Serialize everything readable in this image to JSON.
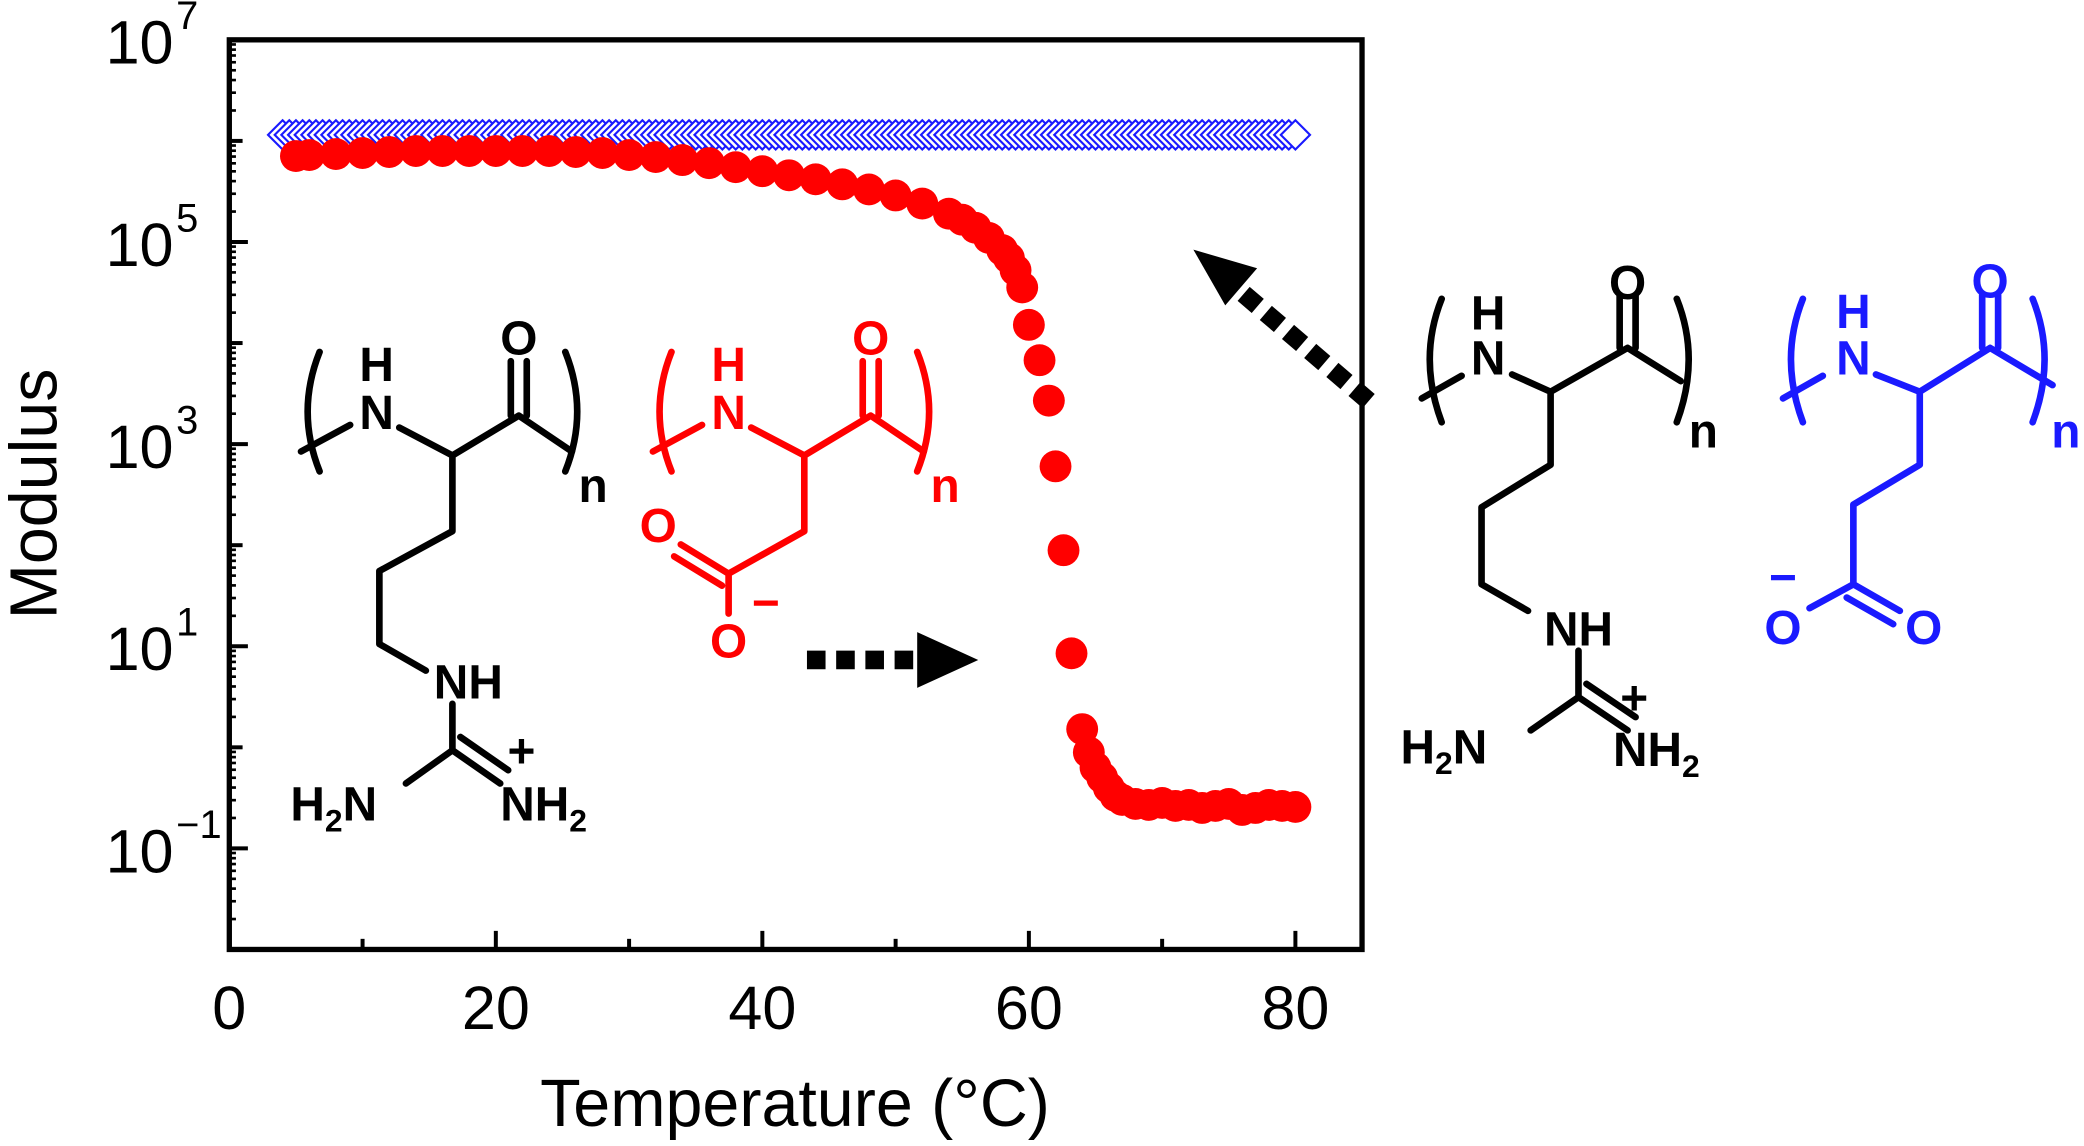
{
  "chart_data": {
    "type": "scatter",
    "title": "",
    "xlabel": "Temperature (°C)",
    "ylabel": "Modulus",
    "xlim": [
      0,
      85
    ],
    "ylim": [
      0.01,
      10000000
    ],
    "yscale": "log",
    "xticks": [
      0,
      20,
      40,
      60,
      80
    ],
    "yticks": [
      {
        "base": "10",
        "exp": "7",
        "log10": 7
      },
      {
        "base": "10",
        "exp": "5",
        "log10": 5
      },
      {
        "base": "10",
        "exp": "3",
        "log10": 3
      },
      {
        "base": "10",
        "exp": "1",
        "log10": 1
      },
      {
        "base": "10",
        "exp": "−1",
        "log10": -1
      }
    ],
    "grid": false,
    "series": [
      {
        "name": "poly(arginine)/poly(glutamate)",
        "marker": "open-diamond",
        "color": "#1a1aff",
        "x_start": 4,
        "x_end": 80,
        "x_step": 0.5,
        "y_log10_constant": 6.06
      },
      {
        "name": "poly(arginine)/poly(aspartate)",
        "marker": "filled-circle",
        "color": "#ff0000",
        "x": [
          5,
          6,
          8,
          10,
          12,
          14,
          16,
          18,
          20,
          22,
          24,
          26,
          28,
          30,
          32,
          34,
          36,
          38,
          40,
          42,
          44,
          46,
          48,
          50,
          52,
          54,
          55,
          56,
          57,
          58,
          58.5,
          59,
          59.5,
          60,
          60.8,
          61.5,
          62,
          62.6,
          63.2,
          64,
          64.5,
          65,
          65.5,
          66,
          66.5,
          67,
          68,
          69,
          70,
          71,
          72,
          73,
          74,
          75,
          76,
          77,
          78,
          79,
          80
        ],
        "y_log10": [
          5.85,
          5.86,
          5.87,
          5.88,
          5.89,
          5.9,
          5.9,
          5.9,
          5.9,
          5.9,
          5.9,
          5.89,
          5.88,
          5.86,
          5.84,
          5.81,
          5.78,
          5.74,
          5.7,
          5.66,
          5.62,
          5.57,
          5.52,
          5.46,
          5.38,
          5.28,
          5.22,
          5.14,
          5.04,
          4.92,
          4.84,
          4.72,
          4.55,
          4.18,
          3.83,
          3.43,
          2.78,
          1.95,
          0.93,
          0.18,
          -0.05,
          -0.2,
          -0.3,
          -0.4,
          -0.48,
          -0.52,
          -0.56,
          -0.57,
          -0.55,
          -0.58,
          -0.57,
          -0.6,
          -0.58,
          -0.56,
          -0.62,
          -0.6,
          -0.57,
          -0.58,
          -0.59
        ]
      }
    ]
  },
  "structures": {
    "arginine_left": {
      "color": "#000000",
      "H": "H",
      "N": "N",
      "O": "O",
      "n": "n",
      "NH": "NH",
      "H2N_H": "H",
      "H2N_2": "2",
      "H2N_N": "N",
      "NH2_NH": "NH",
      "NH2_2": "2",
      "plus": "+"
    },
    "aspartate": {
      "color": "#ff0000",
      "H": "H",
      "N": "N",
      "O": "O",
      "n": "n",
      "O_acid": "O",
      "O_minus": "O",
      "minus": "−"
    },
    "arginine_right": {
      "color": "#000000",
      "H": "H",
      "N": "N",
      "O": "O",
      "n": "n",
      "NH": "NH",
      "H2N_H": "H",
      "H2N_2": "2",
      "H2N_N": "N",
      "NH2_NH": "NH",
      "NH2_2": "2",
      "plus": "+"
    },
    "glutamate": {
      "color": "#1a1aff",
      "H": "H",
      "N": "N",
      "O": "O",
      "n": "n",
      "O_acid": "O",
      "O_minus": "O",
      "minus": "−"
    }
  }
}
